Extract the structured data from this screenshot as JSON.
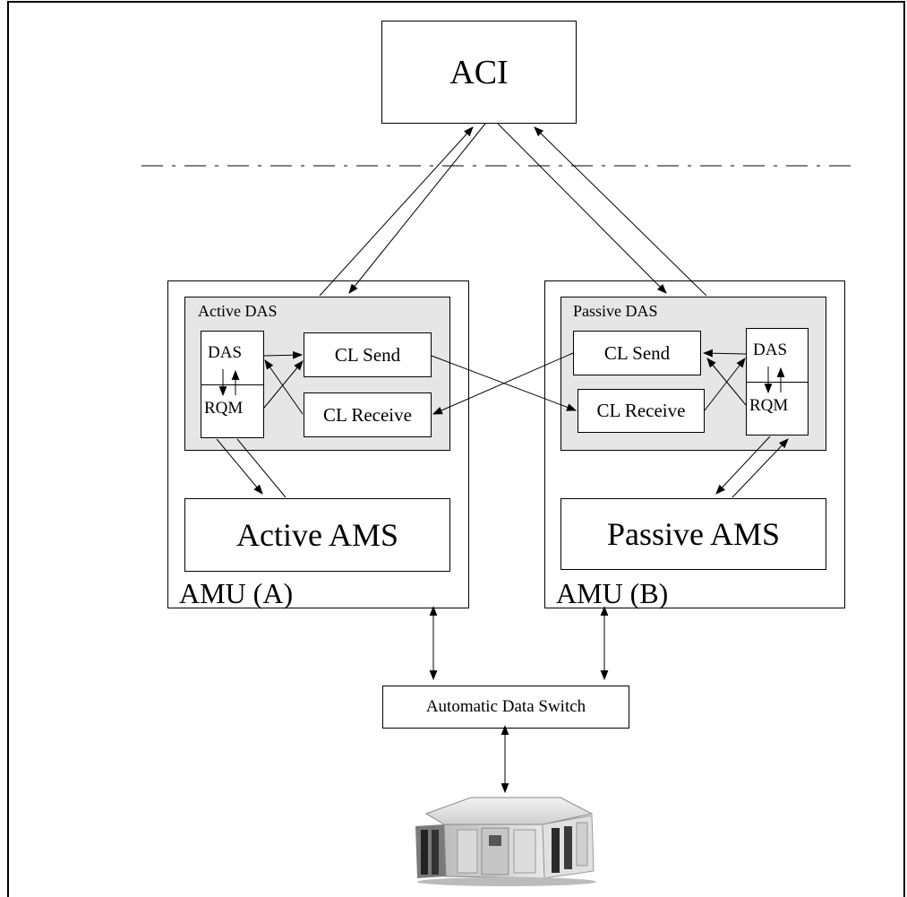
{
  "aci": {
    "label": "ACI"
  },
  "amu_a": {
    "label": "AMU (A)",
    "das_panel": "Active DAS",
    "das": "DAS",
    "rqm": "RQM",
    "cl_send": "CL Send",
    "cl_receive": "CL Receive",
    "ams": "Active AMS"
  },
  "amu_b": {
    "label": "AMU (B)",
    "das_panel": "Passive DAS",
    "das": "DAS",
    "rqm": "RQM",
    "cl_send": "CL Send",
    "cl_receive": "CL Receive",
    "ams": "Passive AMS"
  },
  "switch": {
    "label": "Automatic Data Switch"
  },
  "library": {
    "icon": "tape-library-icon"
  },
  "colors": {
    "panel": "#e6e6e6",
    "line": "#000000"
  }
}
